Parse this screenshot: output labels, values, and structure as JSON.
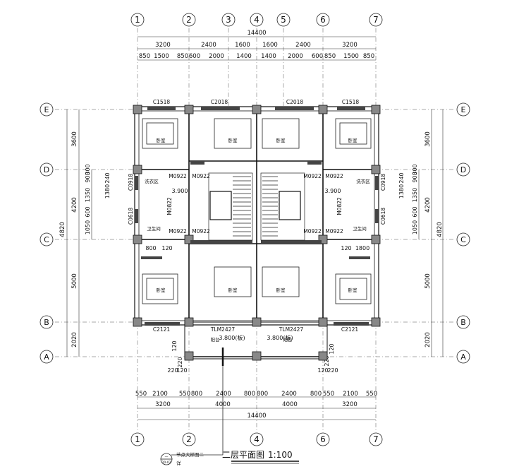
{
  "drawing": {
    "title": "二层平面图",
    "scale": "1:100",
    "detail_note": "节点大样图二",
    "detail_sub": "详",
    "detail_ref": "20-03"
  },
  "axes": {
    "columns": [
      "1",
      "2",
      "3",
      "4",
      "5",
      "6",
      "7"
    ],
    "columns_bottom": [
      "1",
      "2",
      "4",
      "6",
      "7"
    ],
    "rows": [
      "E",
      "D",
      "C",
      "B",
      "A"
    ]
  },
  "dims_top": {
    "total": "14400",
    "row1": [
      "3200",
      "2400",
      "1600",
      "1600",
      "2400",
      "3200"
    ],
    "row2": [
      "850",
      "1500",
      "850",
      "600",
      "2000",
      "1400",
      "1400",
      "2000",
      "600",
      "850",
      "1500",
      "850"
    ]
  },
  "dims_bottom": {
    "total": "14400",
    "row1": [
      "3200",
      "4000",
      "4000",
      "3200"
    ],
    "row2": [
      "550",
      "2100",
      "550",
      "800",
      "2400",
      "800",
      "800",
      "2400",
      "800",
      "550",
      "2100",
      "550"
    ],
    "small_left": [
      "220",
      "120",
      "220",
      "120"
    ],
    "small_right": [
      "120",
      "220",
      "120",
      "220"
    ]
  },
  "dims_side": {
    "left_outer": [
      "3600",
      "4200",
      "5000",
      "2020"
    ],
    "left_total": "4820",
    "left_inner": [
      "900",
      "300",
      "240",
      "1380",
      "1350",
      "1050",
      "600"
    ],
    "right_outer": [
      "3600",
      "4200",
      "5000",
      "2020"
    ],
    "right_total": "4820",
    "right_inner": [
      "900",
      "300",
      "240",
      "1380",
      "1350",
      "1050",
      "600"
    ]
  },
  "windows": {
    "top": [
      "C1518",
      "C2018",
      "C2018",
      "C1518"
    ],
    "bottom": [
      "C2121",
      "C2121"
    ],
    "side": [
      "C0918",
      "C0618",
      "C0918",
      "C0618"
    ],
    "balcony_doors": [
      "TLM2427",
      "TLM2427"
    ]
  },
  "doors": [
    "M0922",
    "M0922",
    "M0922",
    "M0922",
    "M0922",
    "M0922",
    "M0922",
    "M0922",
    "M0822",
    "M0822"
  ],
  "rooms": {
    "bedroom": "卧室",
    "laundry": "洗衣区",
    "bathroom": "卫生间",
    "bathroom_right": "卫生间",
    "balcony": "阳台"
  },
  "levels": {
    "floor": "3.900",
    "balcony": "3.800(板)"
  },
  "small_dims": [
    "800",
    "120",
    "120",
    "1800"
  ]
}
